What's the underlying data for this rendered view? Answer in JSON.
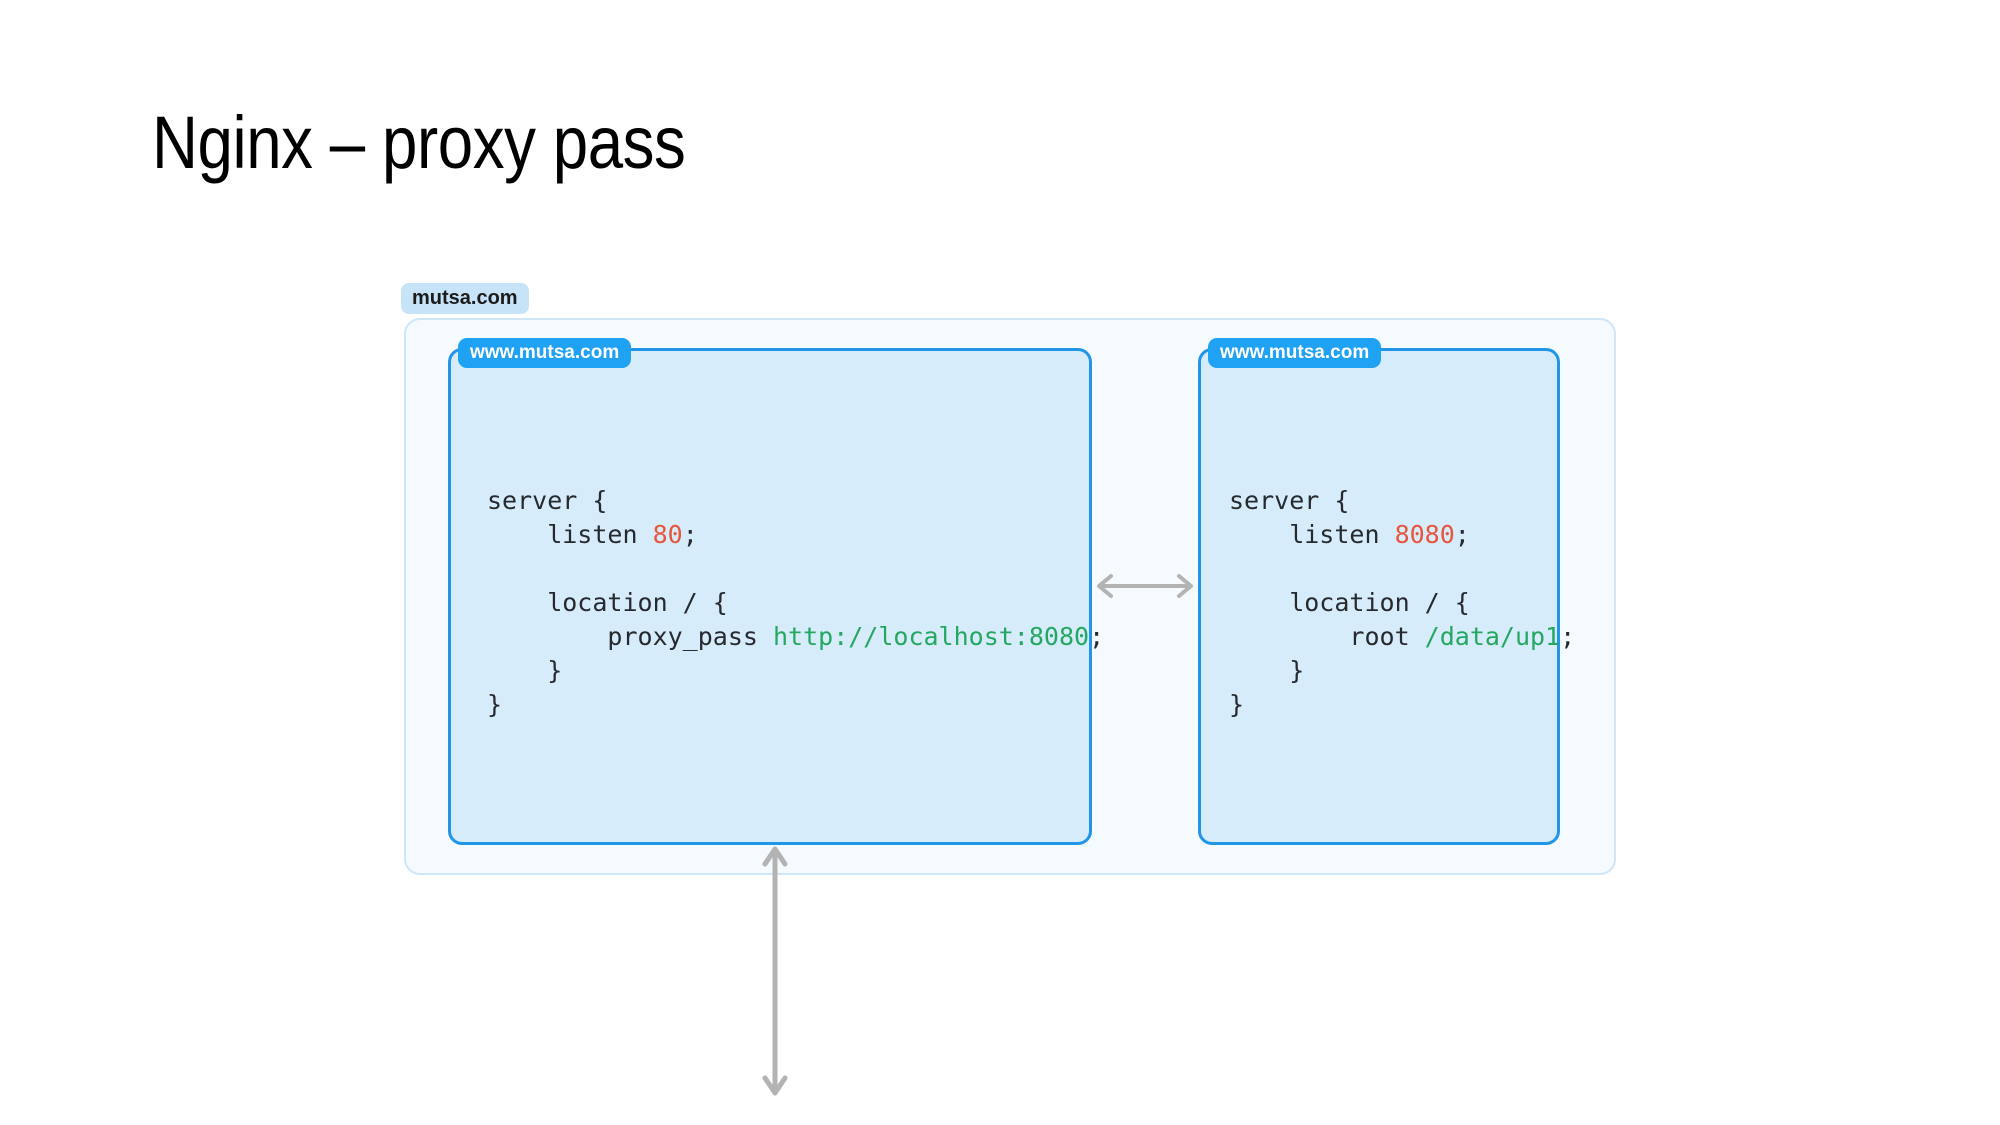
{
  "slide": {
    "title": "Nginx – proxy pass"
  },
  "diagram": {
    "outer_host": {
      "label": "mutsa.com",
      "bg_color": "#f4fafe",
      "border_color": "#cfe6f7",
      "label_bg": "#c6e3f8",
      "label_text_color": "#1b1b1b"
    },
    "panel_style": {
      "bg_color": "#d7ecfb",
      "border_color": "#2196e8",
      "label_bg": "#1fa1f4",
      "label_text_color": "#ffffff"
    },
    "code_colors": {
      "default": "#26292e",
      "number": "#e8553d",
      "string": "#24a760"
    },
    "arrow_color": "#b3b3b3",
    "panels": [
      {
        "id": "left",
        "label": "www.mutsa.com",
        "code_lines": [
          {
            "parts": [
              {
                "text": "server {",
                "type": "plain"
              }
            ]
          },
          {
            "parts": [
              {
                "text": "    listen ",
                "type": "plain"
              },
              {
                "text": "80",
                "type": "number"
              },
              {
                "text": ";",
                "type": "plain"
              }
            ]
          },
          {
            "parts": [
              {
                "text": "",
                "type": "plain"
              }
            ]
          },
          {
            "parts": [
              {
                "text": "    location / {",
                "type": "plain"
              }
            ]
          },
          {
            "parts": [
              {
                "text": "        proxy_pass ",
                "type": "plain"
              },
              {
                "text": "http://localhost:8080",
                "type": "string"
              },
              {
                "text": ";",
                "type": "plain"
              }
            ]
          },
          {
            "parts": [
              {
                "text": "    }",
                "type": "plain"
              }
            ]
          },
          {
            "parts": [
              {
                "text": "}",
                "type": "plain"
              }
            ]
          }
        ]
      },
      {
        "id": "right",
        "label": "www.mutsa.com",
        "code_lines": [
          {
            "parts": [
              {
                "text": "server {",
                "type": "plain"
              }
            ]
          },
          {
            "parts": [
              {
                "text": "    listen ",
                "type": "plain"
              },
              {
                "text": "8080",
                "type": "number"
              },
              {
                "text": ";",
                "type": "plain"
              }
            ]
          },
          {
            "parts": [
              {
                "text": "",
                "type": "plain"
              }
            ]
          },
          {
            "parts": [
              {
                "text": "    location / {",
                "type": "plain"
              }
            ]
          },
          {
            "parts": [
              {
                "text": "        root ",
                "type": "plain"
              },
              {
                "text": "/data/up1",
                "type": "string"
              },
              {
                "text": ";",
                "type": "plain"
              }
            ]
          },
          {
            "parts": [
              {
                "text": "    }",
                "type": "plain"
              }
            ]
          },
          {
            "parts": [
              {
                "text": "}",
                "type": "plain"
              }
            ]
          }
        ]
      }
    ],
    "arrows": [
      {
        "id": "between-servers",
        "orientation": "horizontal",
        "heads": "both"
      },
      {
        "id": "client-to-server",
        "orientation": "vertical",
        "heads": "both"
      }
    ]
  }
}
